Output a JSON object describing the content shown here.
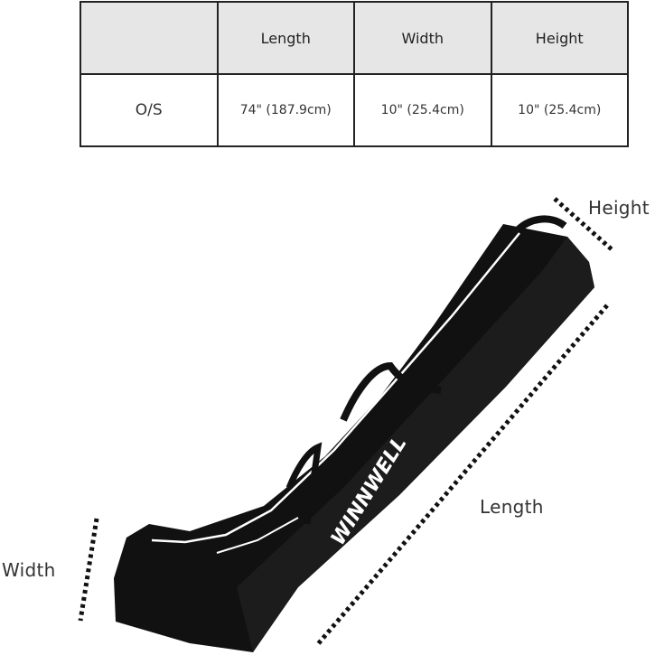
{
  "size_table": {
    "headers": [
      "",
      "Length",
      "Width",
      "Height"
    ],
    "rows": [
      {
        "size": "O/S",
        "length": "74\" (187.9cm)",
        "width": "10\" (25.4cm)",
        "height": "10\" (25.4cm)"
      }
    ]
  },
  "dimension_labels": {
    "height": "Height",
    "length": "Length",
    "width": "Width"
  },
  "product": {
    "brand_text": "WINNWELL",
    "bag_color": "#111111",
    "trim_color": "#ffffff"
  }
}
